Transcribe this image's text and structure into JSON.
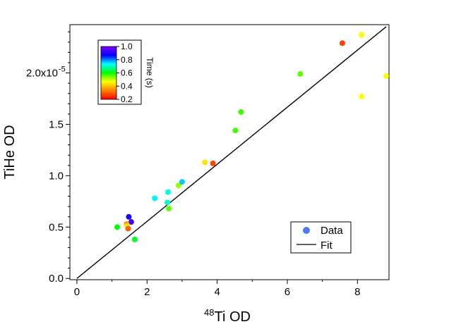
{
  "chart_data": {
    "type": "scatter",
    "xlabel_sup": "48",
    "xlabel_main": "Ti OD",
    "ylabel": "TiHe OD",
    "xlim": [
      -0.2,
      8.9
    ],
    "ylim": [
      -1.2e-07,
      2.47e-05
    ],
    "x_ticks": [
      0,
      2,
      4,
      6,
      8
    ],
    "x_tick_labels": [
      "0",
      "2",
      "4",
      "6",
      "8"
    ],
    "y_ticks": [
      0,
      5e-06,
      1e-05,
      1.5e-05,
      2e-05
    ],
    "y_tick_labels": [
      "0.0",
      "0.5",
      "1.0",
      "1.5",
      "2.0x10"
    ],
    "y_top_label_exponent": "-5",
    "grid": false,
    "colorbar": {
      "title": "Time (s)",
      "range": [
        0.2,
        1.0
      ],
      "ticks": [
        1.0,
        0.8,
        0.6,
        0.4,
        0.2
      ],
      "tick_labels": [
        "1.0",
        "0.8",
        "0.6",
        "0.4",
        "0.2"
      ],
      "colormap": [
        "#ff0000",
        "#ff8000",
        "#ffff00",
        "#00ff00",
        "#00ffff",
        "#0000ff",
        "#8000ff"
      ],
      "placement": "top-left"
    },
    "legend": {
      "placement": "bottom-right",
      "entries": [
        {
          "label": "Data",
          "kind": "marker",
          "color": "#4d79ff"
        },
        {
          "label": "Fit",
          "kind": "line",
          "color": "#000000"
        }
      ]
    },
    "series": [
      {
        "kind": "points",
        "x": [
          1.48,
          1.55,
          1.42,
          1.43,
          1.46,
          1.15,
          1.65,
          2.22,
          2.58,
          2.6,
          2.62,
          2.9,
          3.0,
          3.65,
          3.88,
          4.52,
          4.68,
          6.37,
          7.57,
          8.12,
          8.12,
          8.82
        ],
        "y": [
          6e-06,
          5.5e-06,
          5.3e-06,
          5.1e-06,
          4.85e-06,
          5e-06,
          3.8e-06,
          7.8e-06,
          7.4e-06,
          8.4e-06,
          6.8e-06,
          9.05e-06,
          9.4e-06,
          1.13e-05,
          1.12e-05,
          1.44e-05,
          1.62e-05,
          1.99e-05,
          2.29e-05,
          2.37e-05,
          1.77e-05,
          1.97e-05
        ],
        "time": [
          0.9,
          0.93,
          0.35,
          0.45,
          0.3,
          0.6,
          0.62,
          0.74,
          0.7,
          0.72,
          0.55,
          0.52,
          0.76,
          0.44,
          0.27,
          0.57,
          0.57,
          0.55,
          0.27,
          0.46,
          0.47,
          0.47
        ]
      },
      {
        "kind": "line",
        "x": [
          0.0,
          8.82
        ],
        "y": [
          0.0,
          2.45e-05
        ]
      }
    ]
  }
}
